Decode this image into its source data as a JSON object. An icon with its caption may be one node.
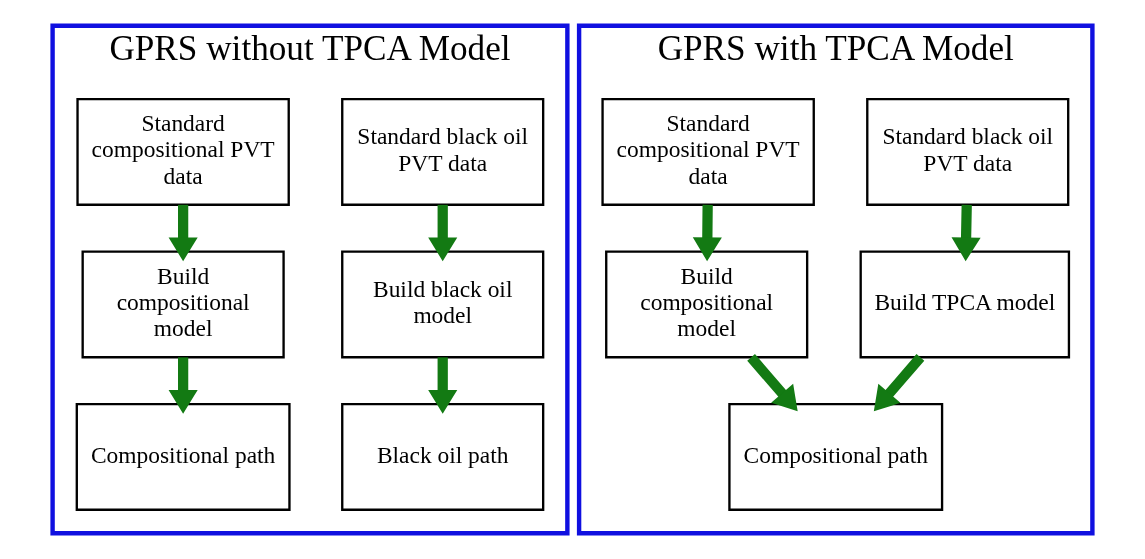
{
  "diagram": {
    "nodes": [
      {
        "text": [
          "GPRS without TPCA Model"
        ]
      },
      {
        "text": [
          "Standard black oil PVT data"
        ],
        "in": 0
      },
      {
        "text": [
          "Standard compositional PVT data"
        ],
        "in": 0
      },
      {
        "text": [
          "Build black oil model"
        ],
        "in": 0
      },
      {
        "text": [
          "Build compositional model"
        ],
        "in": 0
      },
      {
        "text": [
          "Black oil path"
        ],
        "in": 0
      },
      {
        "text": [
          "Compositional path"
        ],
        "in": 0
      },
      {
        "text": [
          "GPRS with TPCA Model"
        ]
      },
      {
        "text": [
          "Standard black oil PVT data"
        ],
        "in": 7
      },
      {
        "text": [
          "Standard compositional PVT data"
        ],
        "in": 7
      },
      {
        "text": [
          "Build TPCA model"
        ],
        "in": 7
      },
      {
        "text": [
          "Build compositional model"
        ],
        "in": 7
      },
      {
        "text": [
          "Compositional path"
        ],
        "in": 7
      }
    ],
    "edges": [
      {
        "from": 1,
        "to": 3,
        "arrow": "to"
      },
      {
        "from": 3,
        "to": 5,
        "arrow": "to"
      },
      {
        "from": 2,
        "to": 4,
        "arrow": "to"
      },
      {
        "from": 4,
        "to": 6,
        "arrow": "to"
      },
      {
        "from": 8,
        "to": 10,
        "arrow": "to"
      },
      {
        "from": 10,
        "to": 12,
        "arrow": "to"
      },
      {
        "from": 9,
        "to": 11,
        "arrow": "to"
      },
      {
        "from": 11,
        "to": 12,
        "arrow": "to"
      }
    ]
  }
}
